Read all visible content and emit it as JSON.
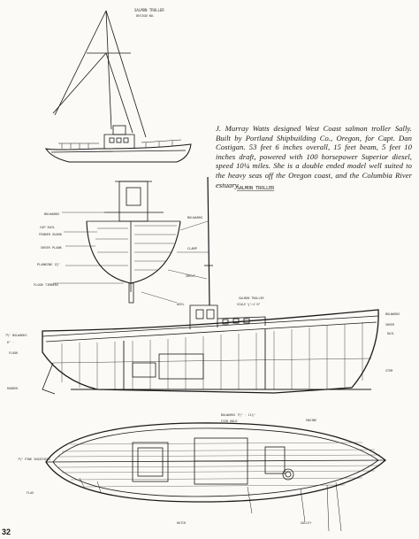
{
  "caption": "J. Murray Watts designed West Coast salmon troller Sally. Built by Portland Shipbuilding Co., Oregon, for Capt. Dan Costigan. 53 feet 6 inches overall, 15 feet beam, 5 feet 10 inches draft, powered with 100 horsepower Superior diesel, speed 10¼ miles. She is a double ended model well suited to the heavy seas off the Oregon coast, and the Columbia River estuary",
  "drawing_title": "SALMON TROLLER",
  "page_number": "32",
  "colors": {
    "ink": "#1a1a1a",
    "paper": "#fbfaf7"
  }
}
